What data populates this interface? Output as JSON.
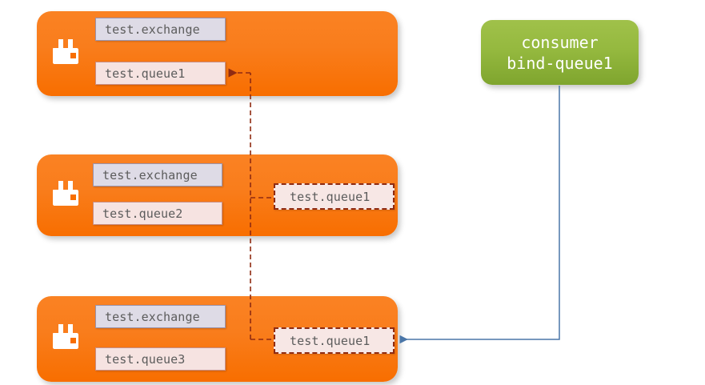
{
  "diagram": {
    "type": "rabbitmq-federation-topology",
    "background_color": "#ffffff",
    "brokers": [
      {
        "id": "broker-1",
        "logo_icon": "rabbitmq-logo-icon",
        "exchange_label": "test.exchange",
        "queue_label": "test.queue1",
        "bound_queue_label": null
      },
      {
        "id": "broker-2",
        "logo_icon": "rabbitmq-logo-icon",
        "exchange_label": "test.exchange",
        "queue_label": "test.queue2",
        "bound_queue_label": "test.queue1"
      },
      {
        "id": "broker-3",
        "logo_icon": "rabbitmq-logo-icon",
        "exchange_label": "test.exchange",
        "queue_label": "test.queue3",
        "bound_queue_label": "test.queue1"
      }
    ],
    "consumer": {
      "line1": "consumer",
      "line2": "bind-queue1"
    },
    "colors": {
      "broker_orange": "#f97d1c",
      "consumer_green": "#95b93f",
      "exchange_chip": "#dedbe6",
      "queue_chip": "#f6e3e1",
      "dashed_connector": "#8f2b12",
      "consumer_connector": "#4a76a8"
    }
  }
}
